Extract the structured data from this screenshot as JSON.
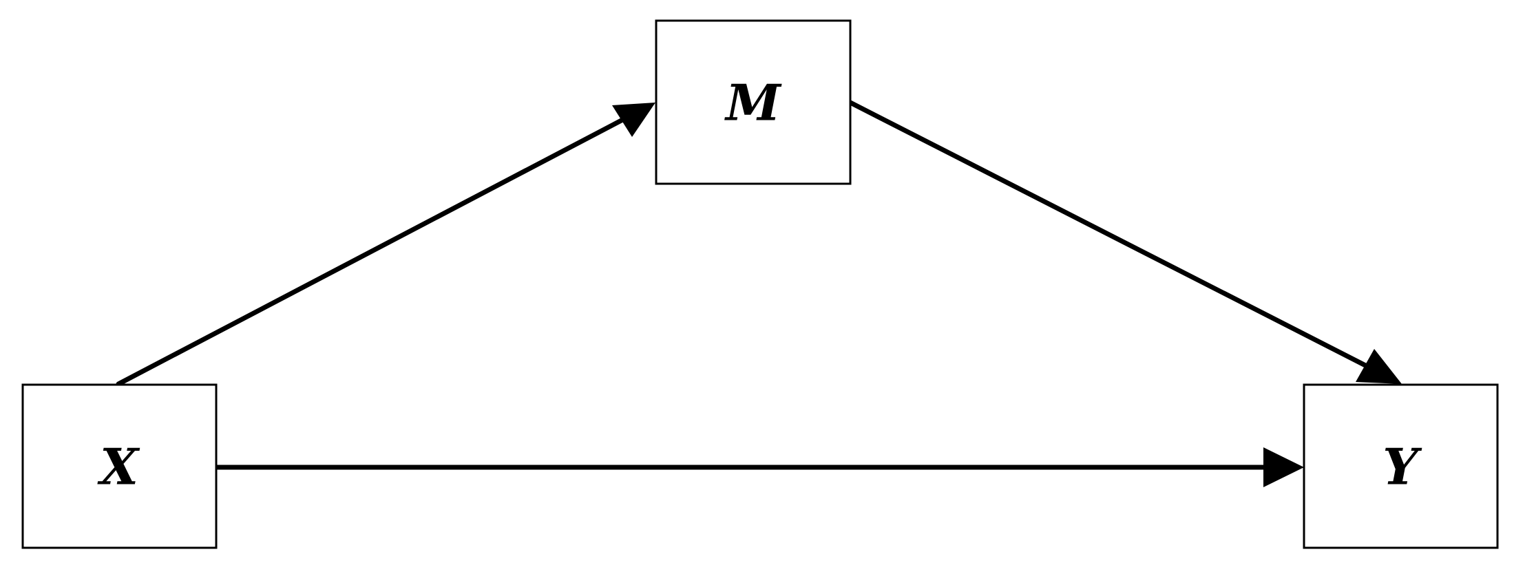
{
  "diagram": {
    "nodes": [
      {
        "id": "X",
        "label": "X"
      },
      {
        "id": "M",
        "label": "M"
      },
      {
        "id": "Y",
        "label": "Y"
      }
    ],
    "edges": [
      {
        "from": "X",
        "to": "M"
      },
      {
        "from": "M",
        "to": "Y"
      },
      {
        "from": "X",
        "to": "Y"
      }
    ]
  }
}
